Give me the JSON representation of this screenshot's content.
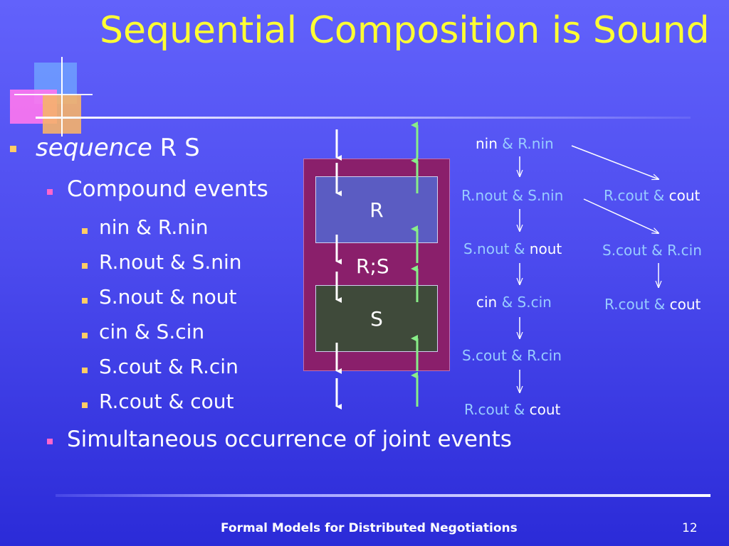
{
  "slide": {
    "title": "Sequential Composition is Sound",
    "footer": "Formal Models for Distributed Negotiations",
    "page_number": "12"
  },
  "bullets": {
    "sequence_keyword": "sequence",
    "sequence_args": " R S",
    "compound_events": "Compound events",
    "events": [
      "nin & R.nin",
      "R.nout & S.nin",
      "S.nout & nout",
      "cin & S.cin",
      "S.cout & R.cin",
      "R.cout & cout"
    ],
    "simultaneous": "Simultaneous occurrence of joint events"
  },
  "diagram": {
    "r_label": "R",
    "s_label": "S",
    "rs_label": "R;S"
  },
  "event_chain": {
    "left": [
      {
        "a": "nin",
        "b": " & R.nin",
        "a_color": "white",
        "b_color": "blue"
      },
      {
        "a": "R.nout & S.nin",
        "b": "",
        "a_color": "blue",
        "b_color": "blue"
      },
      {
        "a": "S.nout & ",
        "b": "nout",
        "a_color": "blue",
        "b_color": "white"
      },
      {
        "a": "cin",
        "b": " & S.cin",
        "a_color": "white",
        "b_color": "blue"
      },
      {
        "a": "S.cout & R.cin",
        "b": "",
        "a_color": "blue",
        "b_color": "blue"
      },
      {
        "a": "R.cout & ",
        "b": "cout",
        "a_color": "blue",
        "b_color": "white"
      }
    ],
    "right": [
      {
        "a": "R.cout & ",
        "b": "cout",
        "a_color": "blue",
        "b_color": "white"
      },
      {
        "a": "S.cout & R.cin",
        "b": "",
        "a_color": "blue",
        "b_color": "blue"
      },
      {
        "a": "R.cout & ",
        "b": "cout",
        "a_color": "blue",
        "b_color": "white"
      }
    ]
  },
  "colors": {
    "title": "#ffff33",
    "event_blue": "#99ccff",
    "up_arrow": "#88ee88",
    "composite_box": "#8a1f6b",
    "r_box": "#5b5cc2",
    "s_box": "#3f4a3a"
  }
}
